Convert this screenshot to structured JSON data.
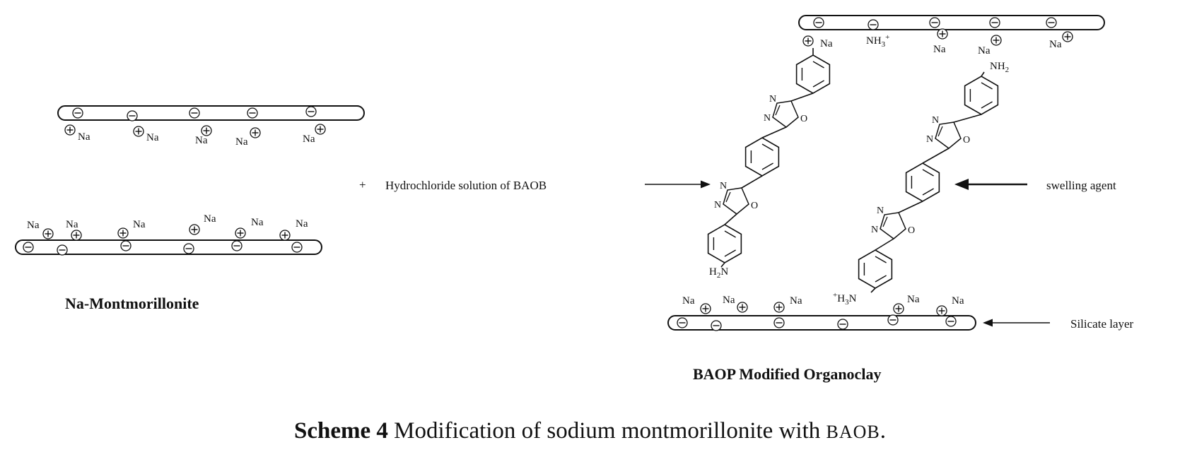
{
  "labels": {
    "plus_sign": "+",
    "reagent": "Hydrochloride solution of BAOB",
    "swelling_agent": "swelling agent",
    "silicate_layer": "Silicate layer",
    "left_title": "Na-Montmorillonite",
    "right_title": "BAOP Modified Organoclay"
  },
  "caption": {
    "prefix": "Scheme 4",
    "text": " Modification of sodium montmorillonite with ",
    "abbr": "BAOB",
    "end": "."
  },
  "chem": {
    "na": "Na",
    "nh3_plus": "NH3+",
    "nh2": "NH2",
    "h2n": "H2N",
    "plus_h3n": "+H3N",
    "n": "N",
    "o": "O"
  },
  "ion_symbols": {
    "anion": "⊖",
    "cation": "⊕"
  }
}
